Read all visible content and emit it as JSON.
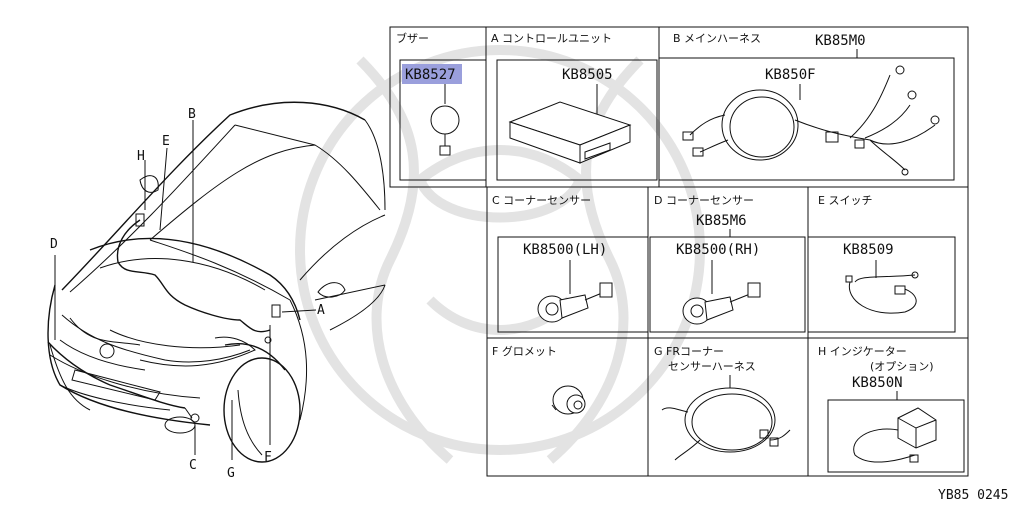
{
  "boxes": {
    "buzzer": {
      "title": "ブザー",
      "part": "KB8527"
    },
    "a": {
      "title": "A コントロールユニット",
      "part": "KB8505"
    },
    "b": {
      "title": "B メインハーネス",
      "assy": "KB85M0",
      "part": "KB850F"
    },
    "c": {
      "title": "C コーナーセンサー",
      "part": "KB8500(LH)"
    },
    "d": {
      "title": "D コーナーセンサー",
      "assy": "KB85M6",
      "part": "KB8500(RH)"
    },
    "e": {
      "title": "E スイッチ",
      "part": "KB8509"
    },
    "f": {
      "title": "F グロメット"
    },
    "g": {
      "title1": "G FRコーナー",
      "title2": "センサーハーネス"
    },
    "h": {
      "title1": "H インジケーター",
      "title2": "(オプション)",
      "part": "KB850N"
    }
  },
  "callouts": {
    "a": "A",
    "b": "B",
    "c": "C",
    "d": "D",
    "e": "E",
    "f": "F",
    "g": "G",
    "h": "H"
  },
  "figure_code": "YB85 0245",
  "colors": {
    "line": "#111111",
    "highlight": "#9a9fdc",
    "watermark": "#e3e3e3"
  }
}
